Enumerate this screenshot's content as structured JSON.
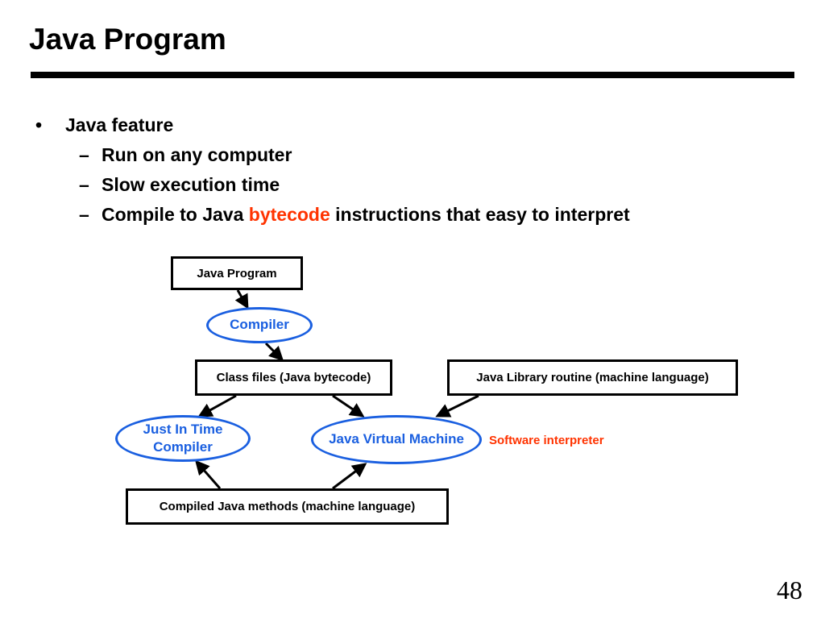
{
  "slide": {
    "title": "Java Program",
    "page_number": "48"
  },
  "bullets": {
    "main": "Java feature",
    "sub1": "Run on any computer",
    "sub2": "Slow execution time",
    "sub3_pre": "Compile to Java ",
    "sub3_highlight": "bytecode",
    "sub3_post": " instructions that easy to interpret",
    "bullet_glyph": "•",
    "dash_glyph": "–",
    "highlight_color": "#ff3300"
  },
  "diagram": {
    "java_program": "Java Program",
    "compiler": "Compiler",
    "class_files": "Class files (Java bytecode)",
    "java_library": "Java Library routine (machine language)",
    "jit_line1": "Just In Time",
    "jit_line2": "Compiler",
    "jvm": "Java Virtual Machine",
    "software_interpreter": "Software interpreter",
    "compiled_methods": "Compiled Java methods (machine language)",
    "oval_color": "#1a5fe0"
  }
}
